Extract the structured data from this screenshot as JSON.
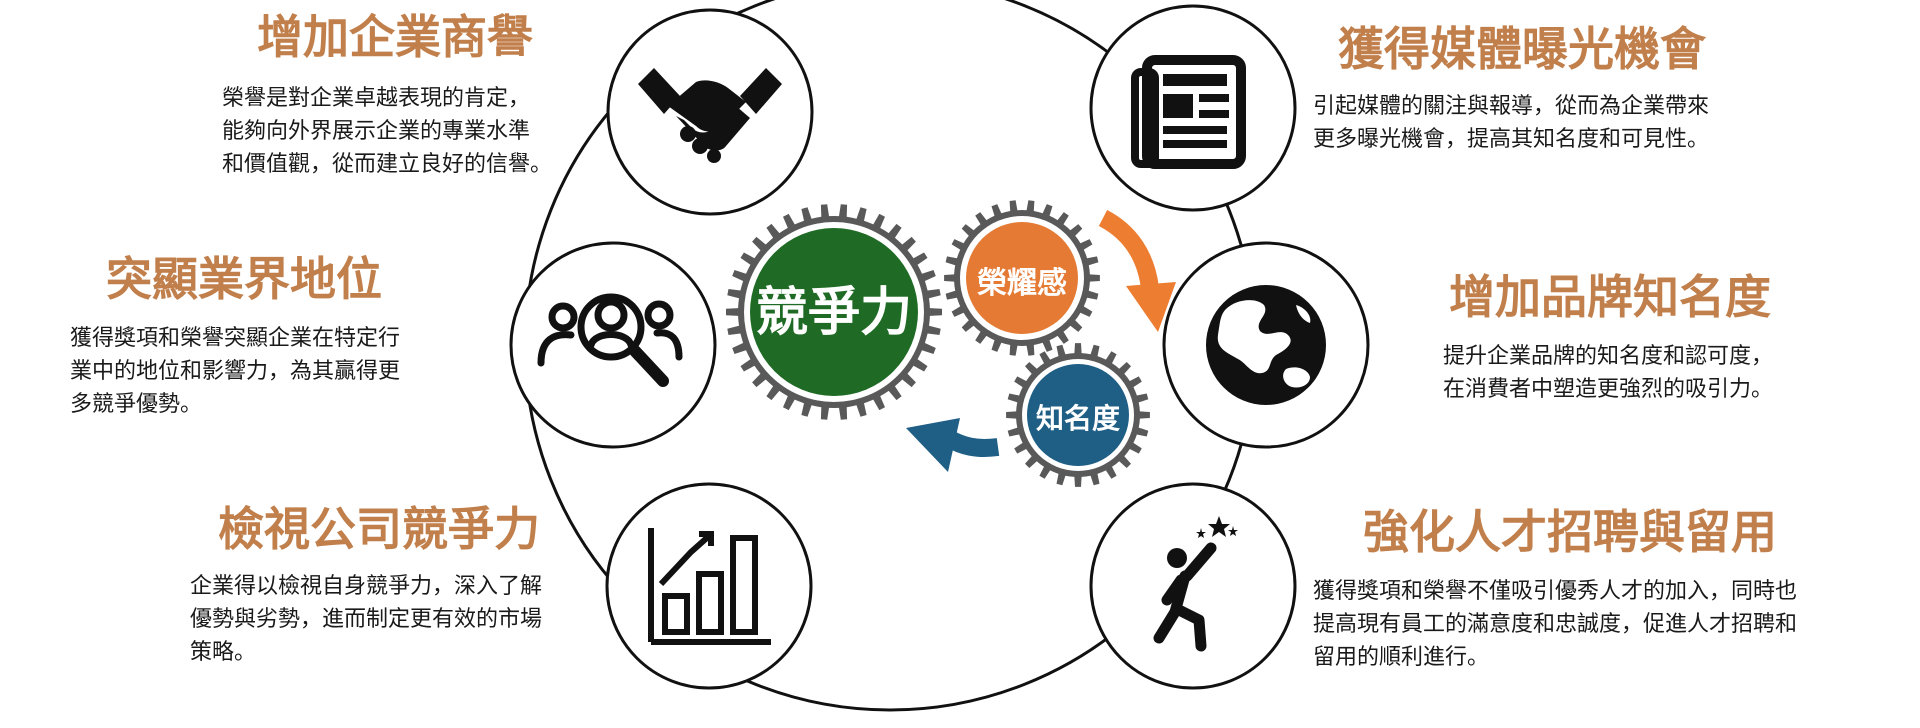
{
  "colors": {
    "heading": "#c17f4b",
    "gear_dark": "#595959",
    "competitiveness": "#1f6b25",
    "honor": "#e47a34",
    "awareness": "#1f5e85",
    "arrow_orange": "#ed7d31",
    "arrow_blue": "#1f5e85"
  },
  "gears": {
    "competitiveness": "競爭力",
    "honor": "榮耀感",
    "awareness": "知名度"
  },
  "benefits": [
    {
      "id": "reputation",
      "icon": "handshake-icon",
      "title": "增加企業商譽",
      "lines": [
        "榮譽是對企業卓越表現的肯定，",
        "能夠向外界展示企業的專業水準",
        "和價值觀，從而建立良好的信譽。"
      ]
    },
    {
      "id": "media",
      "icon": "newspaper-icon",
      "title": "獲得媒體曝光機會",
      "lines": [
        "引起媒體的關注與報導，從而為企業帶來",
        "更多曝光機會，提高其知名度和可見性。"
      ]
    },
    {
      "id": "industry",
      "icon": "search-people-icon",
      "title": "突顯業界地位",
      "lines": [
        "獲得獎項和榮譽突顯企業在特定行",
        "業中的地位和影響力，為其贏得更",
        "多競爭優勢。"
      ]
    },
    {
      "id": "brand",
      "icon": "globe-icon",
      "title": "增加品牌知名度",
      "lines": [
        "提升企業品牌的知名度和認可度，",
        "在消費者中塑造更強烈的吸引力。"
      ]
    },
    {
      "id": "review",
      "icon": "bar-chart-icon",
      "title": "檢視公司競爭力",
      "lines": [
        "企業得以檢視自身競爭力，深入了解",
        "優勢與劣勢，進而制定更有效的市場",
        "策略。"
      ]
    },
    {
      "id": "talent",
      "icon": "achiever-icon",
      "title": "強化人才招聘與留用",
      "lines": [
        "獲得獎項和榮譽不僅吸引優秀人才的加入，同時也",
        "提高現有員工的滿意度和忠誠度，促進人才招聘和",
        "留用的順利進行。"
      ]
    }
  ]
}
